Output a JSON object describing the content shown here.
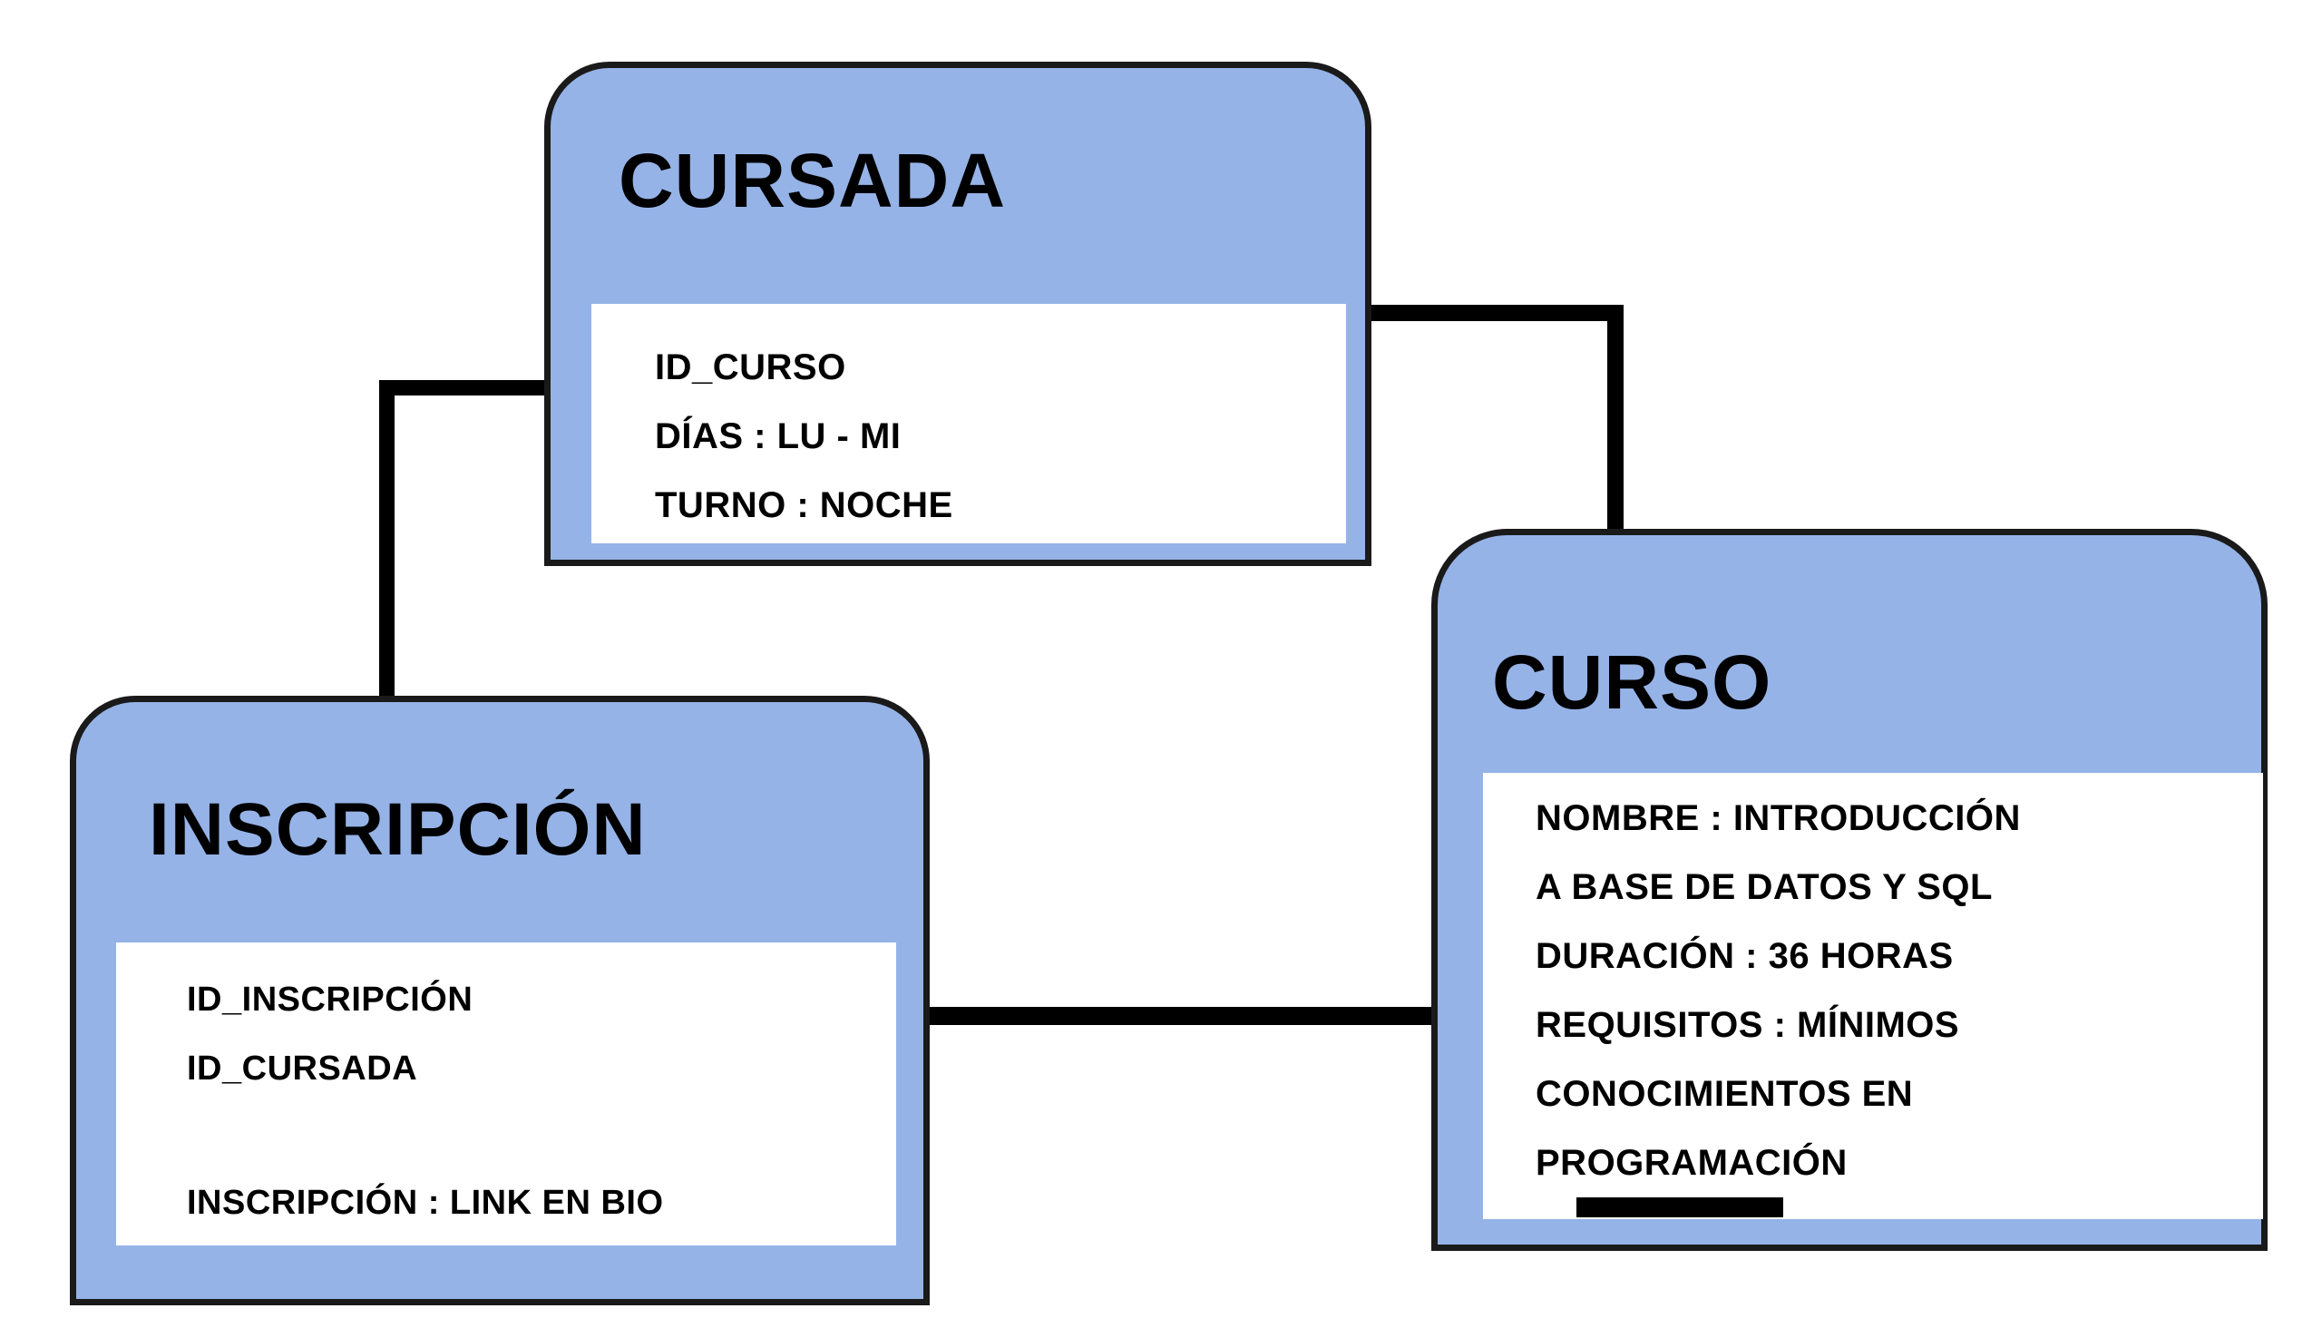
{
  "diagram": {
    "type": "entity-relationship",
    "background_color": "#ffffff",
    "entity_fill_color": "#95b3e7",
    "border_color": "#1a1a1a",
    "entities": [
      {
        "id": "cursada",
        "title": "CURSADA",
        "attributes": [
          "ID_CURSO",
          "DÍAS :  LU  -  MI",
          "TURNO :  NOCHE"
        ]
      },
      {
        "id": "inscripcion",
        "title": "INSCRIPCIÓN",
        "attributes": [
          "ID_INSCRIPCIÓN",
          "ID_CURSADA",
          "INSCRIPCIÓN :  LINK EN BIO"
        ]
      },
      {
        "id": "curso",
        "title": "CURSO",
        "attributes": [
          "NOMBRE :  INTRODUCCIÓN",
          "A BASE DE DATOS Y SQL",
          "DURACIÓN :  36 HORAS",
          "REQUISITOS :  MÍNIMOS",
          "CONOCIMIENTOS EN",
          "PROGRAMACIÓN"
        ]
      }
    ],
    "connectors": [
      {
        "id": "cursada-to-inscripcion",
        "from": "cursada",
        "to": "inscripcion"
      },
      {
        "id": "cursada-to-curso",
        "from": "cursada",
        "to": "curso"
      },
      {
        "id": "inscripcion-to-curso",
        "from": "inscripcion",
        "to": "curso"
      }
    ]
  }
}
